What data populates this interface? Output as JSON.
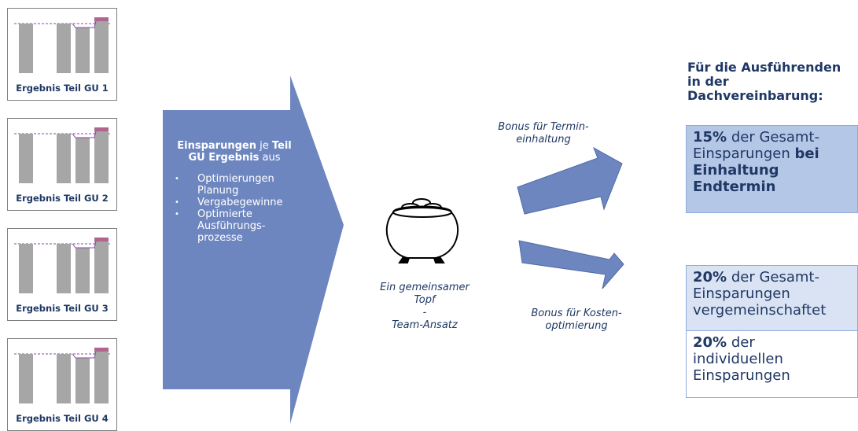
{
  "cards": [
    {
      "label": "Ergebnis Teil GU 1"
    },
    {
      "label": "Ergebnis Teil GU 2"
    },
    {
      "label": "Ergebnis Teil GU 3"
    },
    {
      "label": "Ergebnis Teil GU 4"
    }
  ],
  "arrow": {
    "heading": {
      "part1": "Einsparungen",
      "part2": " je ",
      "part3": "Teil GU Ergebnis",
      "part4": " aus"
    },
    "bullets": [
      "Optimierungen Planung",
      "Vergabegewinne",
      "Optimierte Ausführungs-prozesse"
    ]
  },
  "pot": {
    "line1": "Ein gemeinsamer",
    "line2": "Topf",
    "line3": "-",
    "line4": "Team-Ansatz"
  },
  "bonus_time": {
    "line1": "Bonus für Termin-",
    "line2": "einhaltung"
  },
  "bonus_cost": {
    "line1": "Bonus für Kosten-",
    "line2": "optimierung"
  },
  "right_heading": {
    "line1": "Für die Ausführenden",
    "line2": "in der",
    "line3": "Dachvereinbarung:"
  },
  "box1": {
    "pct": "15%",
    "t1": " der Gesamt-",
    "t2": "Einsparungen ",
    "t3": "bei",
    "t4": "Einhaltung",
    "t5": "Endtermin"
  },
  "box2": {
    "pct": "20%",
    "t1": " der Gesamt-",
    "t2": "Einsparungen",
    "t3": "vergemeinschaftet"
  },
  "box3": {
    "pct": "20%",
    "t1": " der",
    "t2": "individuellen",
    "t3": "Einsparungen"
  },
  "colors": {
    "arrow": "#6e86bf",
    "bar": "#a6a6a6",
    "accent_bar": "#b0658f",
    "line": "#8e44ad",
    "text": "#1f3864"
  }
}
